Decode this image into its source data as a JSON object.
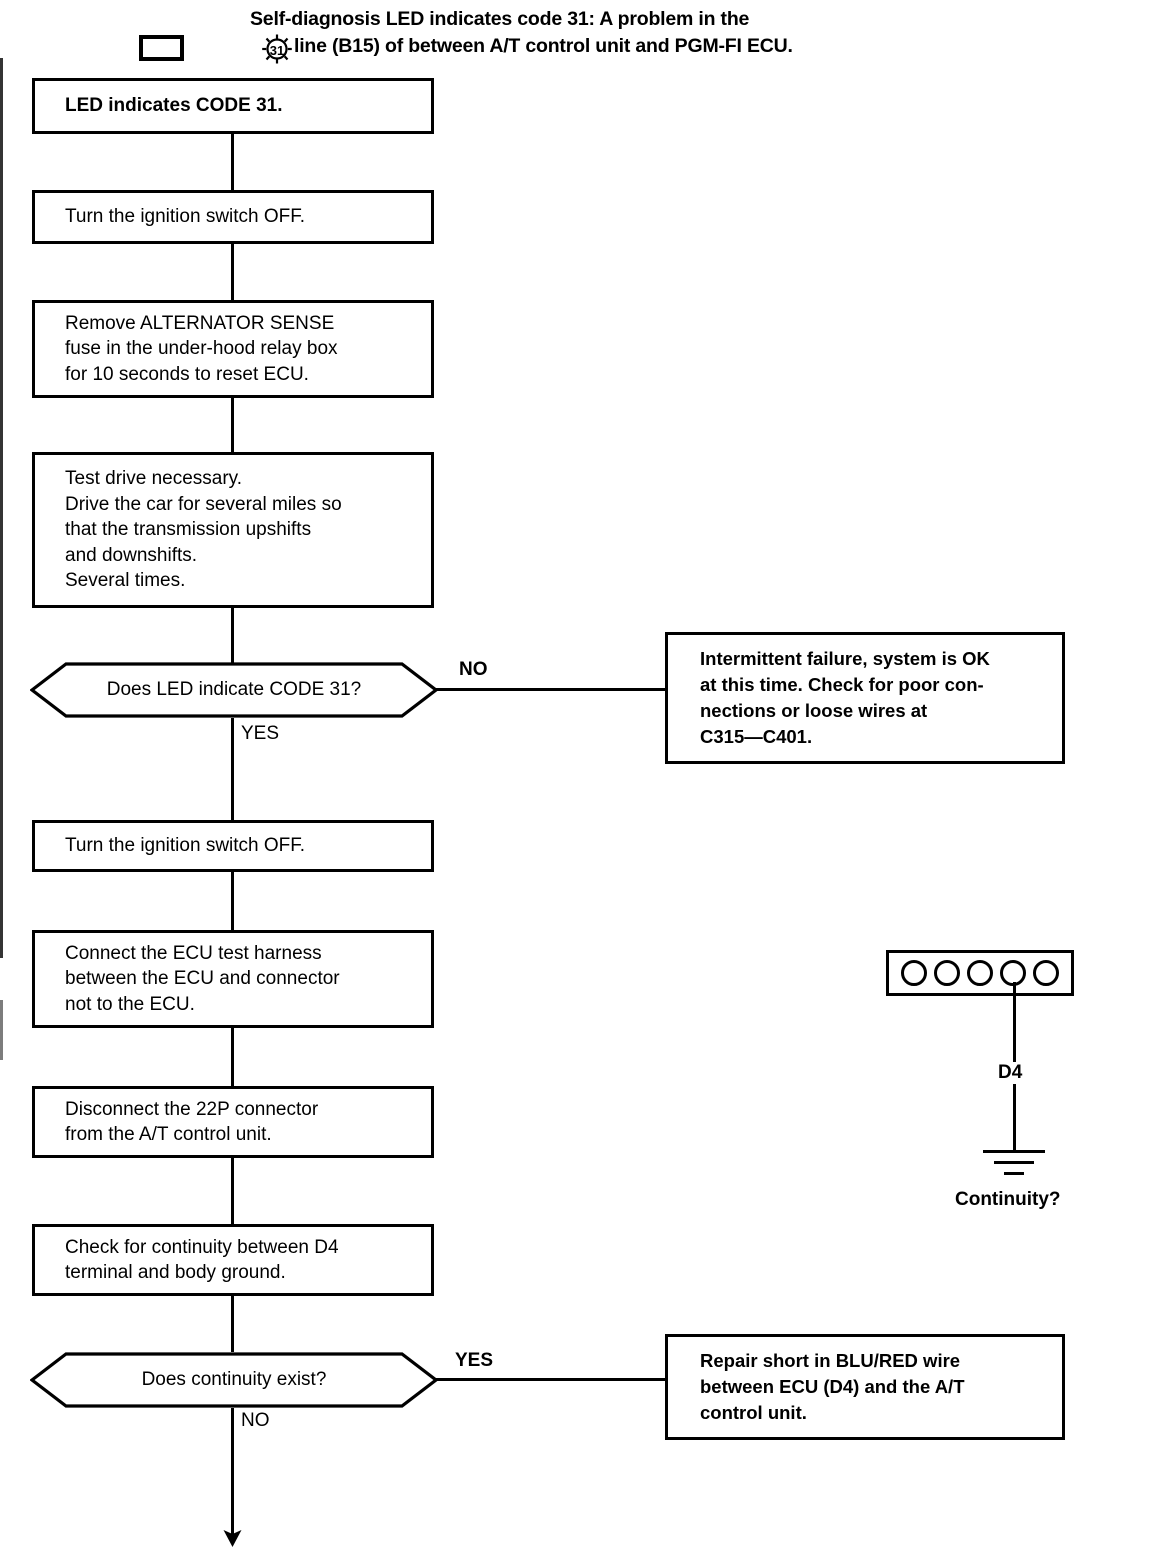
{
  "document": {
    "title_line_1": "Self-diagnosis LED indicates code 31: A problem in the",
    "title_line_2": "line (B15) of between A/T control unit and PGM-FI ECU.",
    "code_badge": "31",
    "blank_rect_icon": "empty-rectangle-icon"
  },
  "flow": {
    "steps": [
      {
        "id": "led-code",
        "text": "LED indicates CODE 31."
      },
      {
        "id": "ignition-off-1",
        "text": "Turn the ignition switch OFF."
      },
      {
        "id": "remove-fuse",
        "text": "Remove  ALTERNATOR  SENSE\nfuse in the under-hood relay box\nfor 10 seconds to reset ECU."
      },
      {
        "id": "test-drive",
        "text": "Test drive necessary.\nDrive the car for several miles so\nthat   the   transmission   upshifts\nand downshifts.\nSeveral times."
      },
      {
        "id": "ignition-off-2",
        "text": "Turn the ignition switch OFF."
      },
      {
        "id": "connect-harness",
        "text": "Connect  the  ECU  test  harness\nbetween the ECU and connector\nnot to the ECU."
      },
      {
        "id": "disconnect-22p",
        "text": "Disconnect   the   22P  connector\nfrom the A/T control unit."
      },
      {
        "id": "check-continuity",
        "text": "Check for continuity between D4\nterminal and body ground."
      }
    ],
    "decisions": [
      {
        "id": "led-code-31",
        "text": "Does LED indicate CODE 31?",
        "branch_side": "NO",
        "branch_down": "YES"
      },
      {
        "id": "continuity-exist",
        "text": "Does continuity exist?",
        "branch_side": "YES",
        "branch_down": "NO"
      }
    ],
    "results": [
      {
        "id": "intermittent-failure",
        "text": "Intermittent failure, system is OK\nat this time. Check for poor con-\nnections   or   loose   wires   at\nC315—C401."
      },
      {
        "id": "repair-short",
        "text": "Repair  short  in  BLU/RED  wire\nbetween ECU (D4) and the A/T\ncontrol unit."
      }
    ]
  },
  "illustration": {
    "name": "connector-continuity-test",
    "pin_count": 5,
    "tapped_pin_index": 4,
    "terminal_label": "D4",
    "question_label": "Continuity?",
    "ground_symbol": "ground-icon"
  },
  "colors": {
    "ink": "#000000",
    "paper": "#ffffff"
  }
}
